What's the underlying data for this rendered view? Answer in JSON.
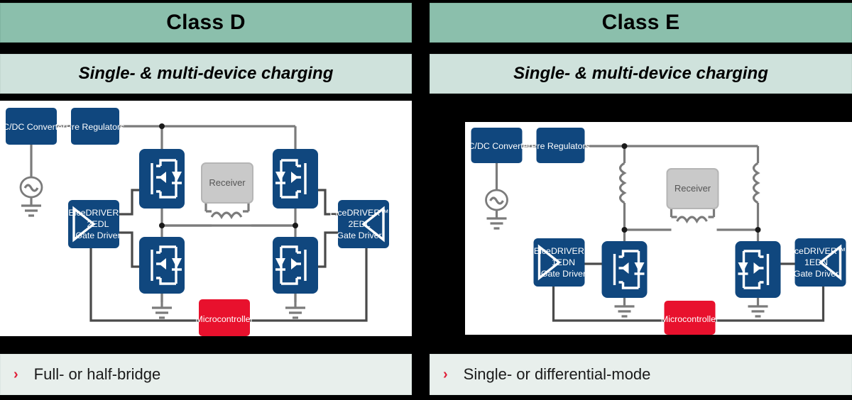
{
  "panels": [
    {
      "id": "class-d",
      "title": "Class D",
      "subtitle": "Single- & multi-device charging",
      "bullet": "Full- or half-bridge",
      "bullet_marker": "›",
      "diagram": {
        "topology": "full-bridge",
        "blocks": {
          "acdc": "AC/DC Converter",
          "prereg": "Pre Regulators",
          "receiver": "Receiver",
          "mcu": "Microcontroller",
          "driver_left": [
            "EiceDRIVER™",
            "2EDL",
            "Gate Driver"
          ],
          "driver_right": [
            "EiceDRIVER™",
            "2EDL",
            "Gate Driver"
          ]
        },
        "mosfet_count": 4,
        "ground_symbols": 3,
        "ac_source": true
      }
    },
    {
      "id": "class-e",
      "title": "Class E",
      "subtitle": "Single- & multi-device charging",
      "bullet": "Single- or differential-mode",
      "bullet_marker": "›",
      "diagram": {
        "topology": "differential-mode",
        "blocks": {
          "acdc": "AC/DC Converter",
          "prereg": "Pre Regulators",
          "receiver": "Receiver",
          "mcu": "Microcontroller",
          "driver_left": [
            "EiceDRIVER™",
            "1EDN",
            "Gate Driver"
          ],
          "driver_right": [
            "EiceDRIVER™",
            "1EDN",
            "Gate Driver"
          ]
        },
        "mosfet_count": 2,
        "ground_symbols": 3,
        "ac_source": true
      }
    }
  ],
  "colors": {
    "title_bg": "#8bbfac",
    "subtitle_bg": "#cfe2dc",
    "bullet_bg": "#e8efec",
    "block_blue": "#10477e",
    "block_red": "#e8112d",
    "receiver_gray": "#c9c9c9",
    "marker_red": "#e01e37",
    "page_bg": "#000000",
    "canvas_bg": "#ffffff"
  }
}
